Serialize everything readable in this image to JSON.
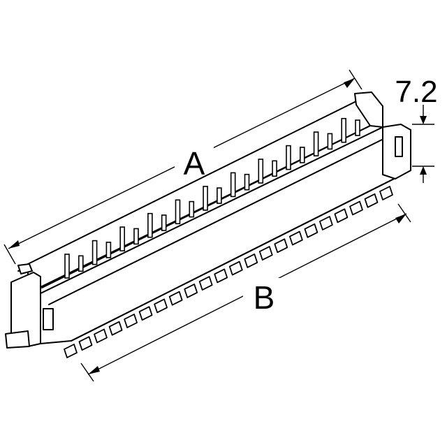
{
  "dimensions": {
    "length_label": "A",
    "pitch_span_label": "B",
    "height_label": "7.2"
  },
  "connector": {
    "pin_count_visible": 22,
    "tab_count_visible": 22
  },
  "colors": {
    "line": "#000000",
    "background": "#ffffff"
  }
}
